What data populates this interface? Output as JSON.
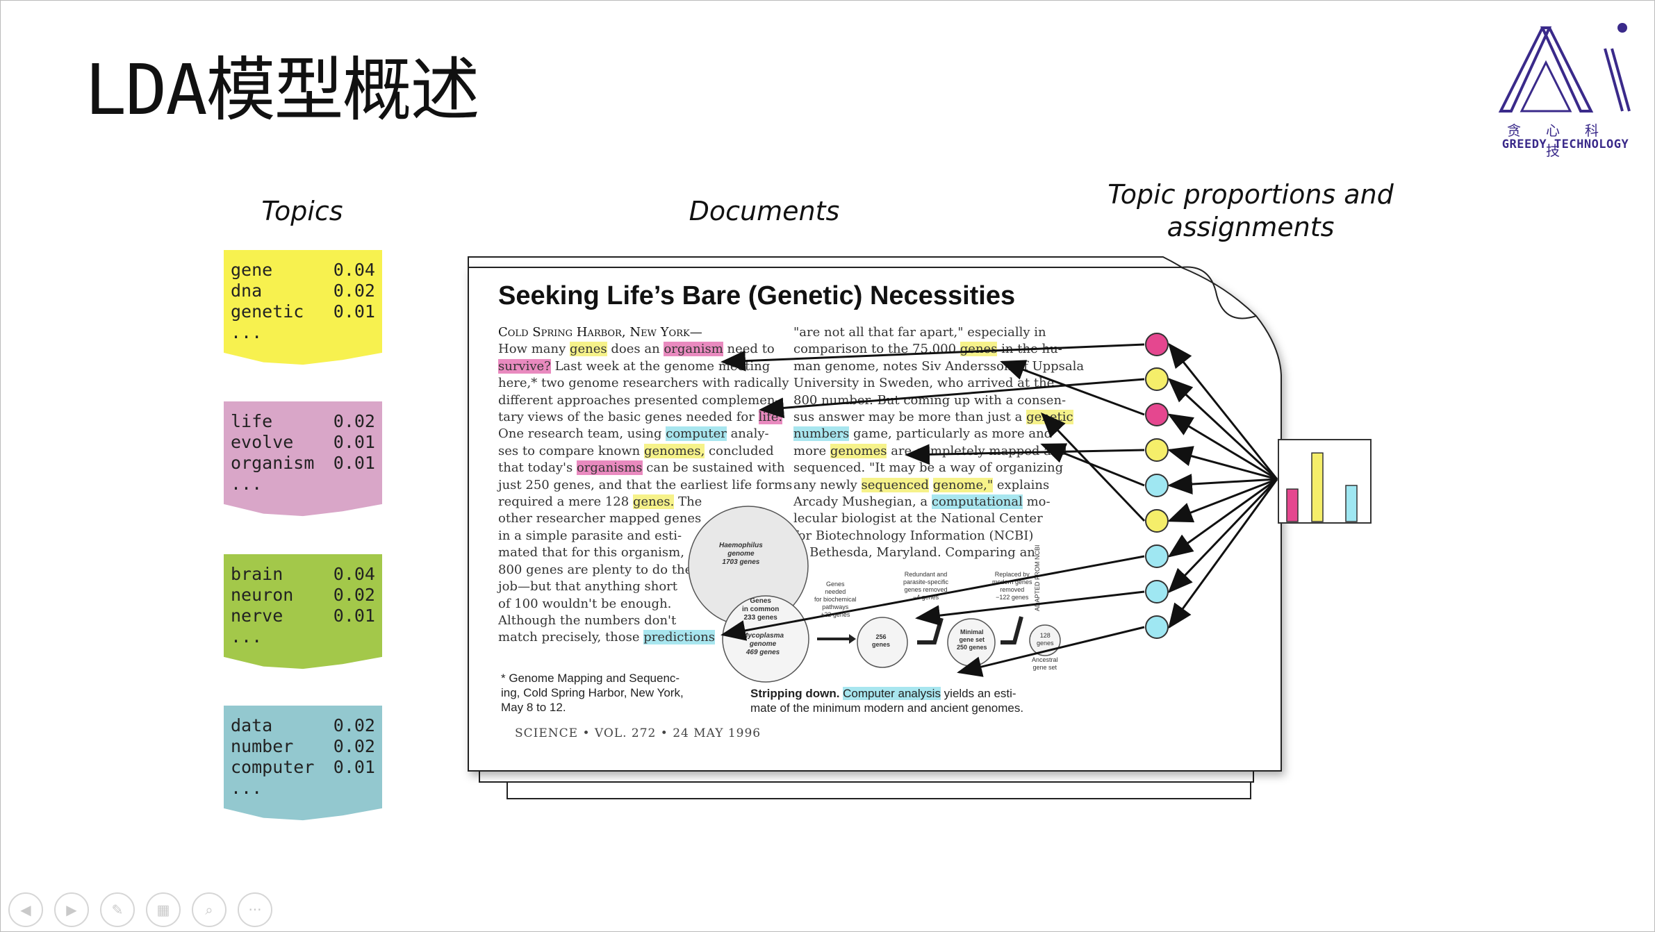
{
  "slide": {
    "title": "LDA模型概述"
  },
  "logo": {
    "cn": "贪心科技",
    "en": "GREEDY TECHNOLOGY"
  },
  "headings": {
    "topics": "Topics",
    "documents": "Documents",
    "proportions_line1": "Topic proportions and",
    "proportions_line2": "assignments"
  },
  "topics": [
    {
      "color": "#f7f14f",
      "words": [
        [
          "gene",
          "0.04"
        ],
        [
          "dna",
          "0.02"
        ],
        [
          "genetic",
          "0.01"
        ]
      ],
      "more": "..."
    },
    {
      "color": "#d9a6c8",
      "words": [
        [
          "life",
          "0.02"
        ],
        [
          "evolve",
          "0.01"
        ],
        [
          "organism",
          "0.01"
        ]
      ],
      "more": "..."
    },
    {
      "color": "#a3c84a",
      "words": [
        [
          "brain",
          "0.04"
        ],
        [
          "neuron",
          "0.02"
        ],
        [
          "nerve",
          "0.01"
        ]
      ],
      "more": "..."
    },
    {
      "color": "#93c8cf",
      "words": [
        [
          "data",
          "0.02"
        ],
        [
          "number",
          "0.02"
        ],
        [
          "computer",
          "0.01"
        ]
      ],
      "more": "..."
    }
  ],
  "document": {
    "title": "Seeking Life’s Bare (Genetic) Necessities",
    "col1": [
      "Cold Spring Harbor, New York—",
      "How many genes does an organism need to",
      "survive? Last week at the genome meeting",
      "here,* two genome researchers with radically",
      "different approaches presented complemen-",
      "tary views of the basic genes needed for life.",
      "One research team, using computer analy-",
      "ses to compare known genomes, concluded",
      "that today's organisms can be sustained with",
      "just 250 genes, and that the earliest life forms",
      "required a mere 128 genes. The",
      "other researcher mapped genes",
      "in a simple parasite and esti-",
      "mated that for this organism,",
      "800 genes are plenty to do the",
      "job—but that anything short",
      "of 100 wouldn't be enough.",
      "   Although the numbers don't",
      "match precisely, those predictions"
    ],
    "col2": [
      "\"are not all that far apart,\" especially in",
      "comparison to the 75,000 genes in the hu-",
      "man genome, notes Siv Andersson of Uppsala",
      "University in Sweden, who arrived at the",
      "800 number. But coming up with a consen-",
      "sus answer may be more than just a genetic",
      "numbers game, particularly as more and",
      "more genomes are completely mapped and",
      "sequenced. \"It may be a way of organizing",
      "any newly sequenced genome,\" explains",
      "   Arcady Mushegian, a computational mo-",
      "lecular biologist at the National Center",
      "for Biotechnology Information (NCBI)",
      "in Bethesda, Maryland. Comparing an"
    ],
    "footnote": [
      "* Genome Mapping and Sequenc-",
      "ing, Cold Spring Harbor, New York,",
      "May 8 to 12."
    ],
    "caption_bold": "Stripping down.",
    "caption_hl": "Computer analysis",
    "caption_rest1": " yields an esti-",
    "caption_rest2": "mate of the minimum modern and ancient genomes.",
    "footer": "SCIENCE • VOL. 272 • 24 MAY 1996",
    "figure": {
      "haemophilus": [
        "Haemophilus",
        "genome",
        "1703 genes"
      ],
      "common": [
        "Genes",
        "in common",
        "233 genes"
      ],
      "mycoplasma": [
        "Mycoplasma",
        "genome",
        "469 genes"
      ],
      "genes_needed": [
        "Genes",
        "needed",
        "for biochemical",
        "pathways",
        "+22 genes"
      ],
      "redundant": [
        "Redundant and",
        "parasite-specific",
        "genes removed",
        "−4 genes"
      ],
      "replaced": [
        "Replaced by",
        "modern genes",
        "removed",
        "−122 genes"
      ],
      "g256": [
        "256",
        "genes"
      ],
      "minimal": [
        "Minimal",
        "gene set",
        "250 genes"
      ],
      "ancestral": [
        "128",
        "genes"
      ],
      "ancestral_label": [
        "Ancestral",
        "gene set"
      ],
      "adapted": "ADAPTED FROM NCBI"
    }
  },
  "proportions": {
    "circle_colors": [
      "#e5478f",
      "#f5ee6a",
      "#e5478f",
      "#f5ee6a",
      "#9fe7f2",
      "#f5ee6a",
      "#9fe7f2",
      "#9fe7f2",
      "#9fe7f2"
    ],
    "bars": [
      {
        "color": "#e5478f",
        "value": 0.45
      },
      {
        "color": "#f5ee6a",
        "value": 0.95
      },
      {
        "color": "#9fe7f2",
        "value": 0.5
      }
    ]
  },
  "controls": [
    {
      "name": "prev-button",
      "glyph": "◀"
    },
    {
      "name": "next-button",
      "glyph": "▶"
    },
    {
      "name": "pen-button",
      "glyph": "✎"
    },
    {
      "name": "slides-button",
      "glyph": "▦"
    },
    {
      "name": "zoom-button",
      "glyph": "⌕"
    },
    {
      "name": "more-button",
      "glyph": "···"
    }
  ]
}
